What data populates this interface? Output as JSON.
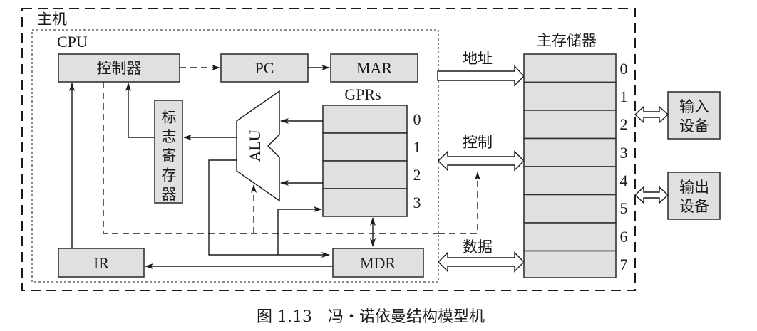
{
  "diagram": {
    "host_label": "主机",
    "cpu_label": "CPU",
    "controller": "控制器",
    "pc": "PC",
    "mar": "MAR",
    "gprs_label": "GPRs",
    "gpr_indices": [
      "0",
      "1",
      "2",
      "3"
    ],
    "alu": "ALU",
    "flag_register": [
      "标",
      "志",
      "寄",
      "存",
      "器"
    ],
    "ir": "IR",
    "mdr": "MDR",
    "memory_label": "主存储器",
    "memory_indices": [
      "0",
      "1",
      "2",
      "3",
      "4",
      "5",
      "6",
      "7"
    ],
    "bus_address": "地址",
    "bus_control": "控制",
    "bus_data": "数据",
    "input_device": [
      "输入",
      "设备"
    ],
    "output_device": [
      "输出",
      "设备"
    ]
  },
  "caption": "图 1.13　冯・诺依曼结构模型机"
}
